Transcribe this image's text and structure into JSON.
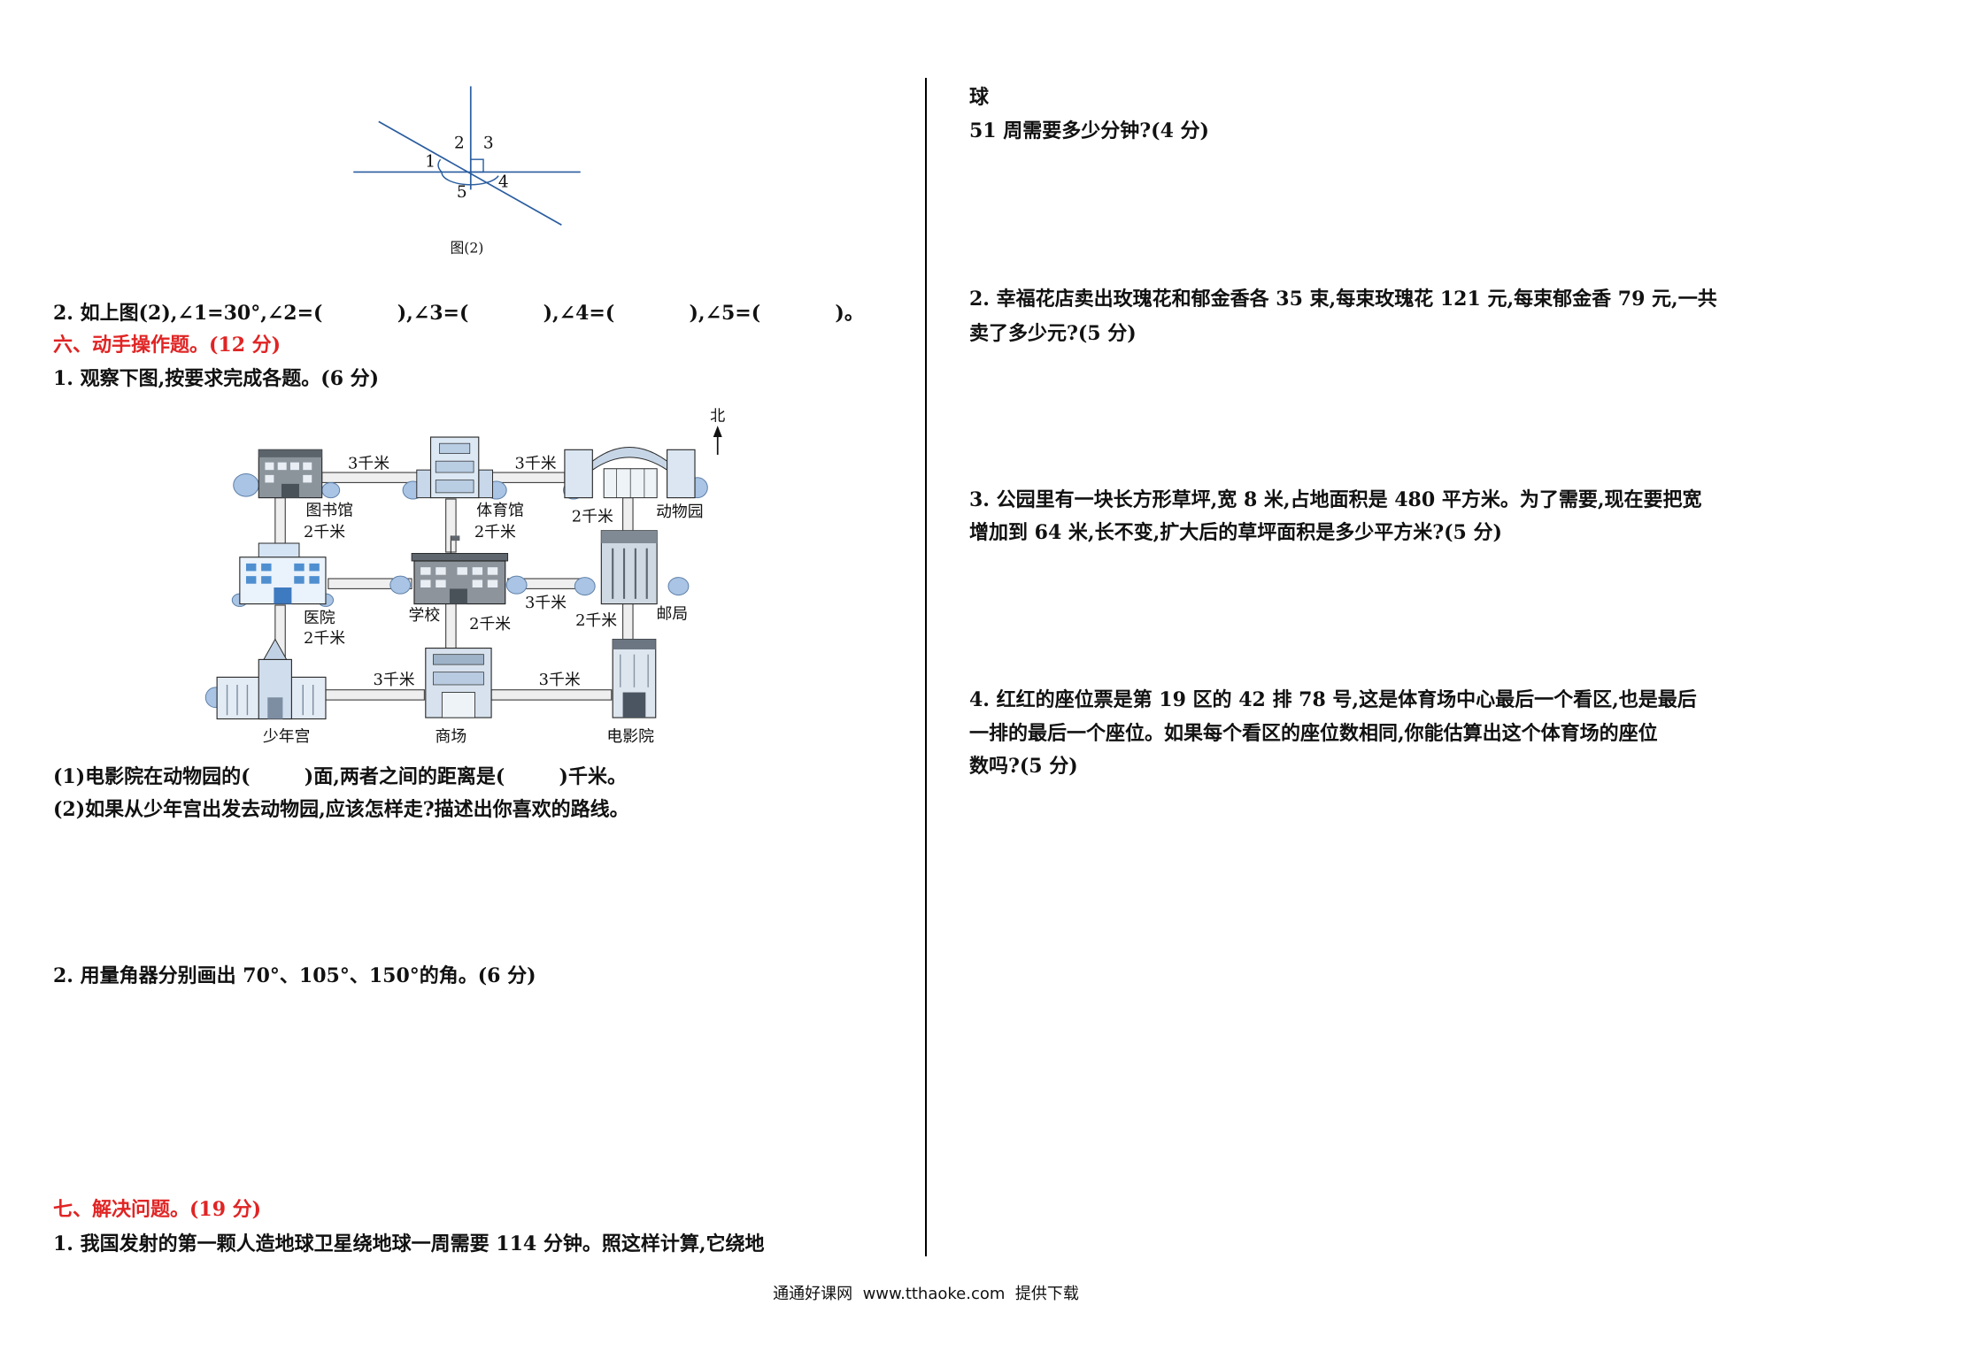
{
  "figure2": {
    "labels": {
      "a1": "1",
      "a2": "2",
      "a3": "3",
      "a4": "4",
      "a5": "5"
    },
    "caption": "图(2)"
  },
  "section5": {
    "q2": "2. 如上图(2),∠1=30°,∠2=(           ),∠3=(           ),∠4=(           ),∠5=(           )。"
  },
  "section6": {
    "heading": "六、动手操作题。(12 分)",
    "q1": "1. 观察下图,按要求完成各题。(6 分)",
    "q1_1": "(1)电影院在动物园的(        )面,两者之间的距离是(        )千米。",
    "q1_2": "(2)如果从少年宫出发去动物园,应该怎样走?描述出你喜欢的路线。",
    "q2": "2. 用量角器分别画出 70°、105°、150°的角。(6 分)"
  },
  "map": {
    "north": "北",
    "places": {
      "library": "图书馆",
      "gym": "体育馆",
      "zoo": "动物园",
      "hospital": "医院",
      "school": "学校",
      "post_office": "邮局",
      "youth_palace": "少年宫",
      "mall": "商场",
      "cinema": "电影院"
    },
    "distances": {
      "library_gym": "3千米",
      "gym_zoo": "3千米",
      "library_hospital": "2千米",
      "gym_school": "2千米",
      "zoo_post": "2千米",
      "school_post": "3千米",
      "hospital_youth": "2千米",
      "school_mall": "2千米",
      "post_cinema": "2千米",
      "youth_mall": "3千米",
      "mall_cinema": "3千米"
    }
  },
  "section7": {
    "heading": "七、解决问题。(19 分)",
    "q1_lines": [
      "1. 我国发射的第一颗人造地球卫星绕地球一周需要 114 分钟。照这样计算,它绕地",
      "球",
      "51 周需要多少分钟?(4 分)"
    ],
    "q2_lines": [
      "2. 幸福花店卖出玫瑰花和郁金香各 35 束,每束玫瑰花 121 元,每束郁金香 79 元,一共",
      "卖了多少元?(5 分)"
    ],
    "q3_lines": [
      "3. 公园里有一块长方形草坪,宽 8 米,占地面积是 480 平方米。为了需要,现在要把宽",
      "增加到 64 米,长不变,扩大后的草坪面积是多少平方米?(5 分)"
    ],
    "q4_lines": [
      "4. 红红的座位票是第 19 区的 42 排 78 号,这是体育场中心最后一个看区,也是最后",
      "一排的最后一个座位。如果每个看区的座位数相同,你能估算出这个体育场的座位",
      "数吗?(5 分)"
    ]
  },
  "footer": "通通好课网  www.tthaoke.com  提供下载"
}
